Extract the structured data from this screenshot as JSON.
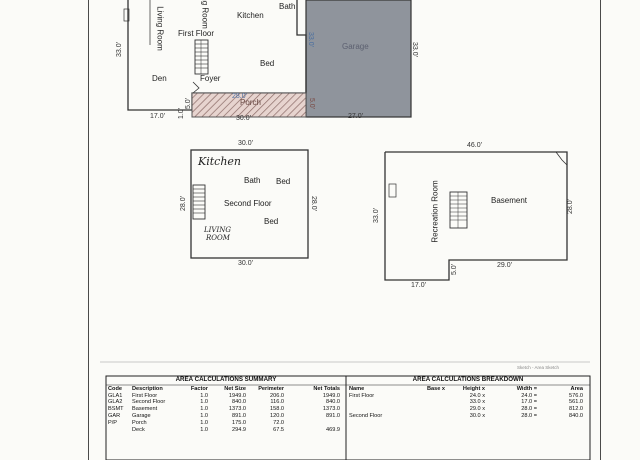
{
  "first_floor": {
    "rooms": {
      "living_room": "Living Room",
      "dining_room": "ng Room",
      "kitchen": "Kitchen",
      "bath": "Bath",
      "first_floor_label": "First Floor",
      "bed": "Bed",
      "den": "Den",
      "foyer": "Foyer",
      "porch": "Porch",
      "garage": "Garage"
    },
    "dims": {
      "left": "33.0'",
      "bottom_left": "17.0'",
      "bottom_mid": "30.0'",
      "bottom_right": "27.0'",
      "right_garage": "33.0'",
      "garage_inner": "33.0'",
      "porch_left": "5.0'",
      "porch_right": "5.0'",
      "porch_top": "28.0'",
      "porch_small": "1.0'"
    }
  },
  "second_floor": {
    "rooms": {
      "kitchen": "Kitchen",
      "bath": "Bath",
      "bed_top": "Bed",
      "second_floor_label": "Second Floor",
      "bed_bottom": "Bed",
      "living_room_line1": "LIVING",
      "living_room_line2": "ROOM"
    },
    "dims": {
      "top": "30.0'",
      "left": "28.0'",
      "right": "28.0'",
      "bottom": "30.0'"
    }
  },
  "basement": {
    "rooms": {
      "recreation": "Recreation Room",
      "basement": "Basement"
    },
    "dims": {
      "top": "46.0'",
      "left": "33.0'",
      "right": "28.0'",
      "notch": "5.0'",
      "bottom_right": "29.0'",
      "bottom_left": "17.0'"
    }
  },
  "sketch_note": "Sketch  -  Area Sketch",
  "summary": {
    "title": "AREA CALCULATIONS SUMMARY",
    "headers": [
      "Code",
      "Description",
      "Factor",
      "Net Size",
      "Perimeter",
      "Net Totals"
    ],
    "rows": [
      [
        "GLA1",
        "First Floor",
        "1.0",
        "1949.0",
        "206.0",
        "1949.0"
      ],
      [
        "GLA2",
        "Second Floor",
        "1.0",
        "840.0",
        "116.0",
        "840.0"
      ],
      [
        "BSMT",
        "Basement",
        "1.0",
        "1373.0",
        "158.0",
        "1373.0"
      ],
      [
        "GAR",
        "Garage",
        "1.0",
        "891.0",
        "120.0",
        "891.0"
      ],
      [
        "P/P",
        "Porch",
        "1.0",
        "175.0",
        "72.0",
        ""
      ],
      [
        "",
        "Deck",
        "1.0",
        "294.9",
        "67.5",
        "469.9"
      ]
    ]
  },
  "breakdown": {
    "title": "AREA CALCULATIONS BREAKDOWN",
    "headers": [
      "Name",
      "Base x",
      "Height x",
      "Width =",
      "Area"
    ],
    "rows": [
      [
        "First Floor",
        "",
        "24.0 x",
        "24.0 =",
        "576.0"
      ],
      [
        "",
        "",
        "33.0 x",
        "17.0 =",
        "561.0"
      ],
      [
        "",
        "",
        "29.0 x",
        "28.0 =",
        "812.0"
      ],
      [
        "Second Floor",
        "",
        "30.0 x",
        "28.0 =",
        "840.0"
      ]
    ]
  }
}
